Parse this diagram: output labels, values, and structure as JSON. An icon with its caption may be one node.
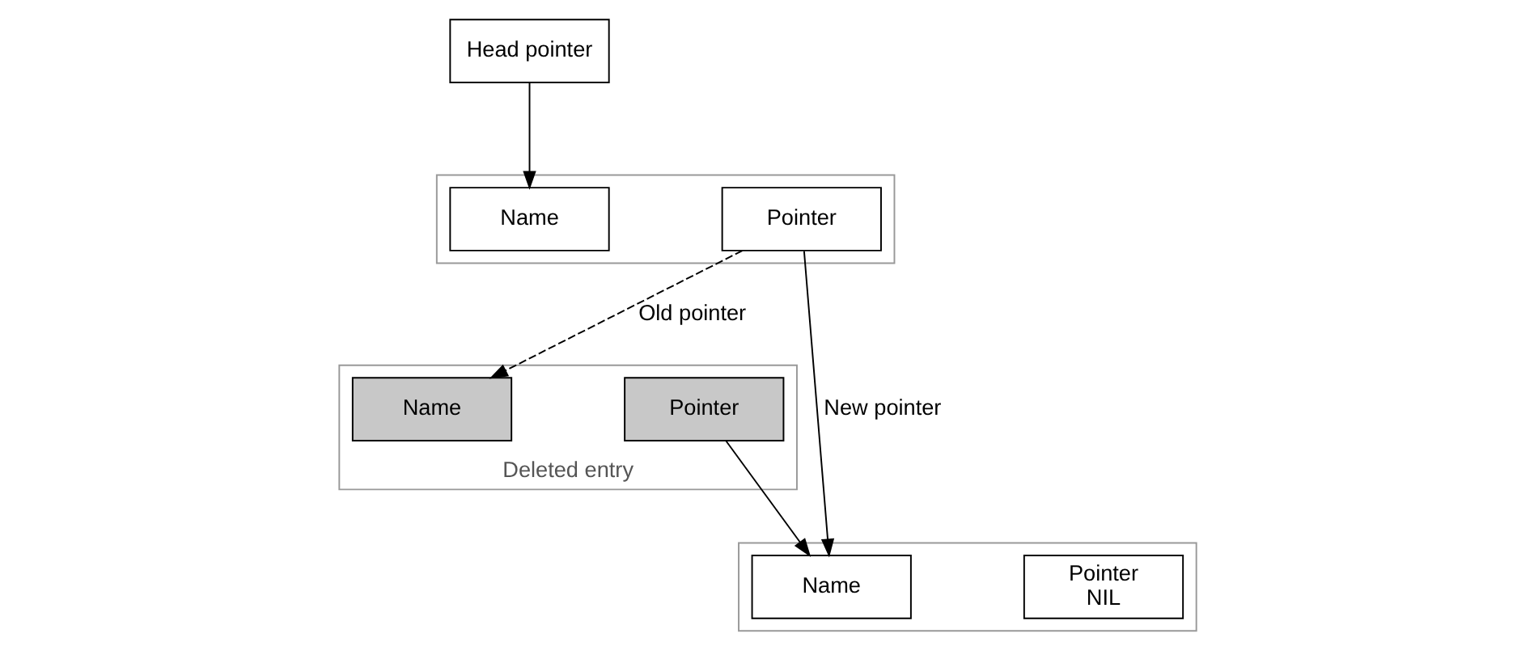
{
  "diagram": {
    "nodes": [
      {
        "text": [
          "Head pointer"
        ]
      },
      {
        "text": [],
        "shape": "box"
      },
      {
        "text": [
          "Name"
        ],
        "in": 1
      },
      {
        "text": [
          "Pointer"
        ],
        "in": 1
      },
      {
        "text": [
          "Deleted entry"
        ]
      },
      {
        "text": [
          "Name"
        ],
        "in": 4
      },
      {
        "text": [
          "Pointer"
        ],
        "in": 4
      },
      {
        "text": [],
        "shape": "box"
      },
      {
        "text": [
          "Name"
        ],
        "in": 7
      },
      {
        "text": [
          "Pointer",
          "NIL"
        ],
        "in": 7
      }
    ],
    "edges": [
      {
        "from": 0,
        "to": 2,
        "arrow": "to"
      },
      {
        "from": 3,
        "to": 5,
        "arrow": "to",
        "label": "Old pointer",
        "style": "dashed"
      },
      {
        "from": 6,
        "to": 8,
        "arrow": "to"
      },
      {
        "from": 3,
        "to": 8,
        "arrow": "to",
        "label": "New pointer"
      }
    ]
  }
}
